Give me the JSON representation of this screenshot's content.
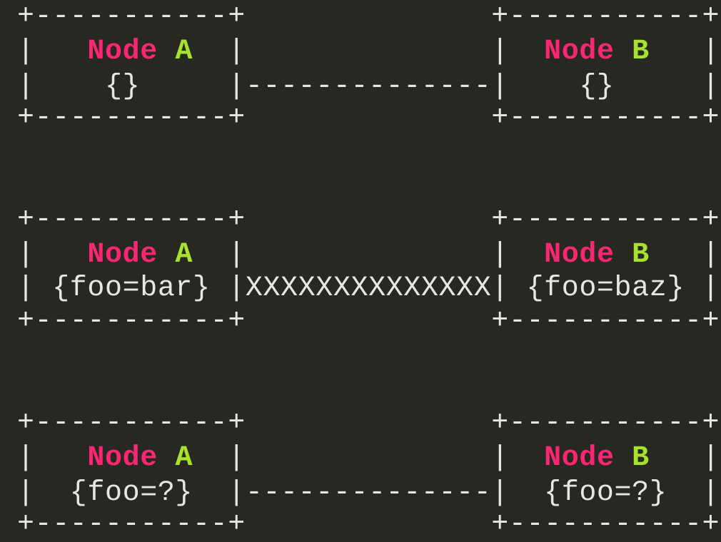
{
  "colors": {
    "background": "#272822",
    "text": "#e6e6e6",
    "node_word": "#f92672",
    "node_id": "#a6e22e"
  },
  "diagrams": [
    {
      "lines": [
        "+-----------+              +-----------+",
        "|   Node A  |              |  Node B   |",
        "|    {}     |--------------|    {}     |",
        "+-----------+              +-----------+"
      ]
    },
    {
      "lines": [
        "+-----------+              +-----------+",
        "|   Node A  |              |  Node B   |",
        "| {foo=bar} |XXXXXXXXXXXXXX| {foo=baz} |",
        "+-----------+              +-----------+"
      ]
    },
    {
      "lines": [
        "+-----------+              +-----------+",
        "|   Node A  |              |  Node B   |",
        "|  {foo=?}  |--------------|  {foo=?}  |",
        "+-----------+              +-----------+"
      ]
    }
  ]
}
